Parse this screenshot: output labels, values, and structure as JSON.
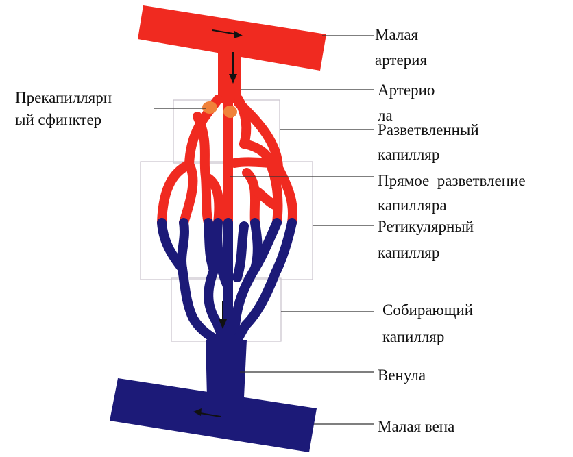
{
  "colors": {
    "arterial": "#f02a20",
    "venous": "#1c1a78",
    "sphincter": "#f0823a",
    "arrow": "#111111"
  },
  "labels": {
    "small_artery_l1": "Малая",
    "small_artery_l2": "артерия",
    "precap_l1": "Прекапиллярн",
    "precap_l2": "ый сфинктер",
    "arteriole_l1": "Артерио",
    "arteriole_l2": "ла",
    "branched_l1": "Разветвленный",
    "branched_l2": "капилляр",
    "direct_l1": "Прямое  разветвление",
    "direct_l2": "капилляра",
    "reticular_l1": "Ретикулярный",
    "reticular_l2": "капилляр",
    "collecting_l1": "Собирающий",
    "collecting_l2": "капилляр",
    "venule": "Венула",
    "small_vein": "Малая вена"
  },
  "icons": [
    "flow-arrow-icon"
  ]
}
